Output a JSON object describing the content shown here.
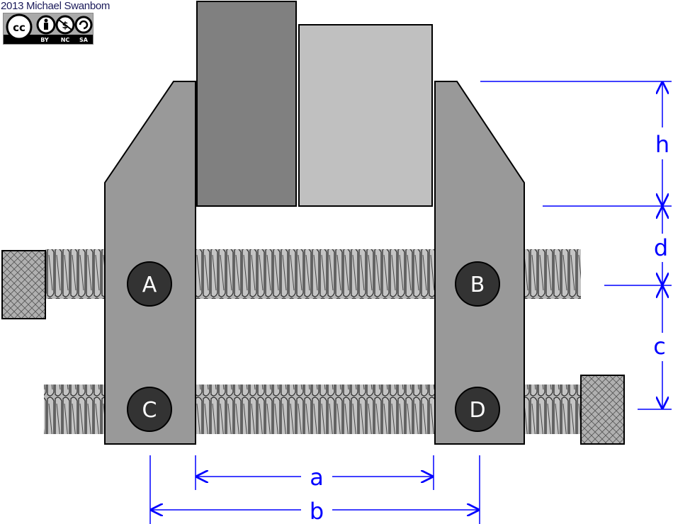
{
  "credit": "2013 Michael Swanbom",
  "license_badge": {
    "icons": [
      "cc-icon",
      "by-icon",
      "nc-icon",
      "sa-icon"
    ],
    "labels": [
      "BY",
      "NC",
      "SA"
    ]
  },
  "points": {
    "A": "A",
    "B": "B",
    "C": "C",
    "D": "D"
  },
  "dimensions": {
    "h": "h",
    "d": "d",
    "c": "c",
    "a": "a",
    "b": "b"
  },
  "colors": {
    "dimension": "#0000ff",
    "dark_block": "#808080",
    "light_block": "#c0c0c0",
    "jaw": "#999999",
    "screw": "#b8b8b8",
    "pin": "#333333"
  }
}
